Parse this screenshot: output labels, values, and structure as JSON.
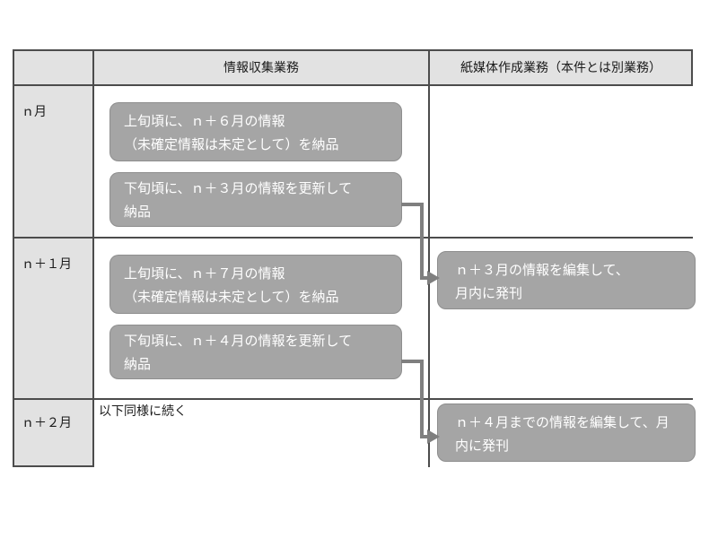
{
  "diagram": {
    "colors": {
      "cell_bg": "#e2e2e2",
      "box_fill": "#a5a5a5",
      "box_border": "#8e8e8e",
      "box_text": "#ffffff",
      "grid_line": "#4c4c4c",
      "arrow": "#7f7f7f",
      "label_text": "#1a1a1a"
    },
    "header": {
      "info_label": "情報収集業務",
      "paper_label": "紙媒体作成業務（本件とは別業務）"
    },
    "rows": {
      "r1_label": "ｎ月",
      "r2_label": "ｎ＋１月",
      "r3_label": "ｎ＋２月",
      "r3_note": "以下同様に続く"
    },
    "boxes": {
      "r1_early": {
        "line1": "上旬頃に、ｎ＋６月の情報",
        "line2": "（未確定情報は未定として）を納品"
      },
      "r1_late": {
        "line1": "下旬頃に、ｎ＋３月の情報を更新して",
        "line2": "納品"
      },
      "r2_early": {
        "line1": "上旬頃に、ｎ＋７月の情報",
        "line2": "（未確定情報は未定として）を納品"
      },
      "r2_late": {
        "line1": "下旬頃に、ｎ＋４月の情報を更新して",
        "line2": "納品"
      },
      "r1_publish": {
        "line1": "ｎ＋３月の情報を編集して、",
        "line2": "月内に発刊"
      },
      "r2_publish": {
        "line1": "ｎ＋４月までの情報を編集して、月",
        "line2": "内に発刊"
      }
    }
  }
}
